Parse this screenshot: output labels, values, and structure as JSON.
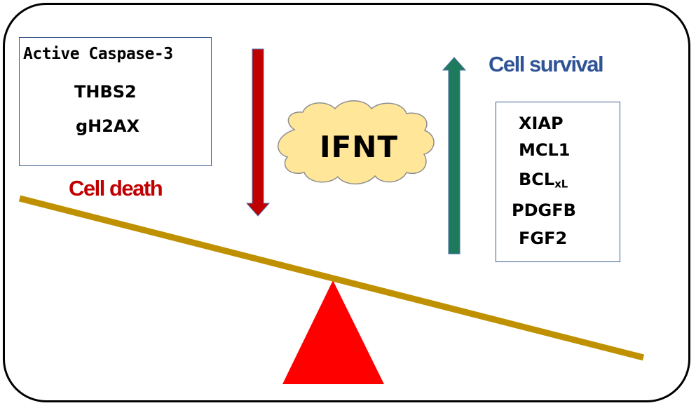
{
  "colors": {
    "cell_death": "#c00000",
    "cell_survival": "#2f5496",
    "down_arrow": "#c00000",
    "up_arrow": "#1e7a5c",
    "beam": "#bf9000",
    "fulcrum": "#ff0000",
    "cloud": "#ffe699"
  },
  "death_box": {
    "markers": [
      "Active Caspase-3",
      "THBS2",
      "gH2AX"
    ]
  },
  "death_label": "Cell death",
  "center": {
    "label": "IFNT"
  },
  "survival_label": "Cell survival",
  "survival_box": {
    "markers": [
      "XIAP",
      "MCL1",
      "BCL",
      "PDGFB",
      "FGF2"
    ],
    "bcl_subscript": "xL"
  },
  "icons": {
    "down_arrow": "arrow-down-icon",
    "up_arrow": "arrow-up-icon",
    "fulcrum": "triangle-fulcrum-icon",
    "beam": "balance-beam",
    "cloud": "cloud-shape"
  }
}
